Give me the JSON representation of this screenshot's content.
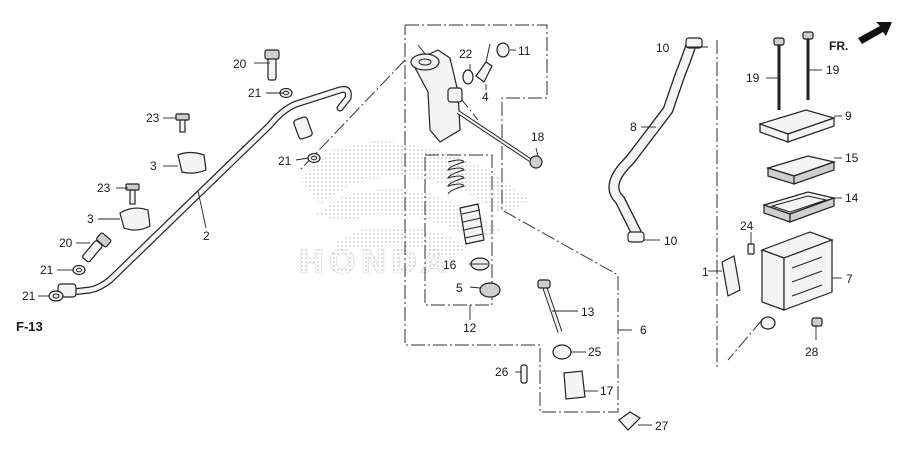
{
  "diagram": {
    "watermark": "HONDA",
    "direction_arrow": "FR.",
    "reference_label": "F-13",
    "callouts": [
      {
        "id": "c1",
        "label": "1"
      },
      {
        "id": "c2",
        "label": "2"
      },
      {
        "id": "c3a",
        "label": "3"
      },
      {
        "id": "c3b",
        "label": "3"
      },
      {
        "id": "c4",
        "label": "4"
      },
      {
        "id": "c5",
        "label": "5"
      },
      {
        "id": "c6",
        "label": "6"
      },
      {
        "id": "c7",
        "label": "7"
      },
      {
        "id": "c8",
        "label": "8"
      },
      {
        "id": "c9",
        "label": "9"
      },
      {
        "id": "c10a",
        "label": "10"
      },
      {
        "id": "c10b",
        "label": "10"
      },
      {
        "id": "c11",
        "label": "11"
      },
      {
        "id": "c12",
        "label": "12"
      },
      {
        "id": "c13",
        "label": "13"
      },
      {
        "id": "c14",
        "label": "14"
      },
      {
        "id": "c15",
        "label": "15"
      },
      {
        "id": "c16",
        "label": "16"
      },
      {
        "id": "c17",
        "label": "17"
      },
      {
        "id": "c18",
        "label": "18"
      },
      {
        "id": "c19a",
        "label": "19"
      },
      {
        "id": "c19b",
        "label": "19"
      },
      {
        "id": "c20a",
        "label": "20"
      },
      {
        "id": "c20b",
        "label": "20"
      },
      {
        "id": "c21a",
        "label": "21"
      },
      {
        "id": "c21b",
        "label": "21"
      },
      {
        "id": "c21c",
        "label": "21"
      },
      {
        "id": "c21d",
        "label": "21"
      },
      {
        "id": "c22",
        "label": "22"
      },
      {
        "id": "c23a",
        "label": "23"
      },
      {
        "id": "c23b",
        "label": "23"
      },
      {
        "id": "c24",
        "label": "24"
      },
      {
        "id": "c25",
        "label": "25"
      },
      {
        "id": "c26",
        "label": "26"
      },
      {
        "id": "c27",
        "label": "27"
      },
      {
        "id": "c28",
        "label": "28"
      }
    ]
  }
}
